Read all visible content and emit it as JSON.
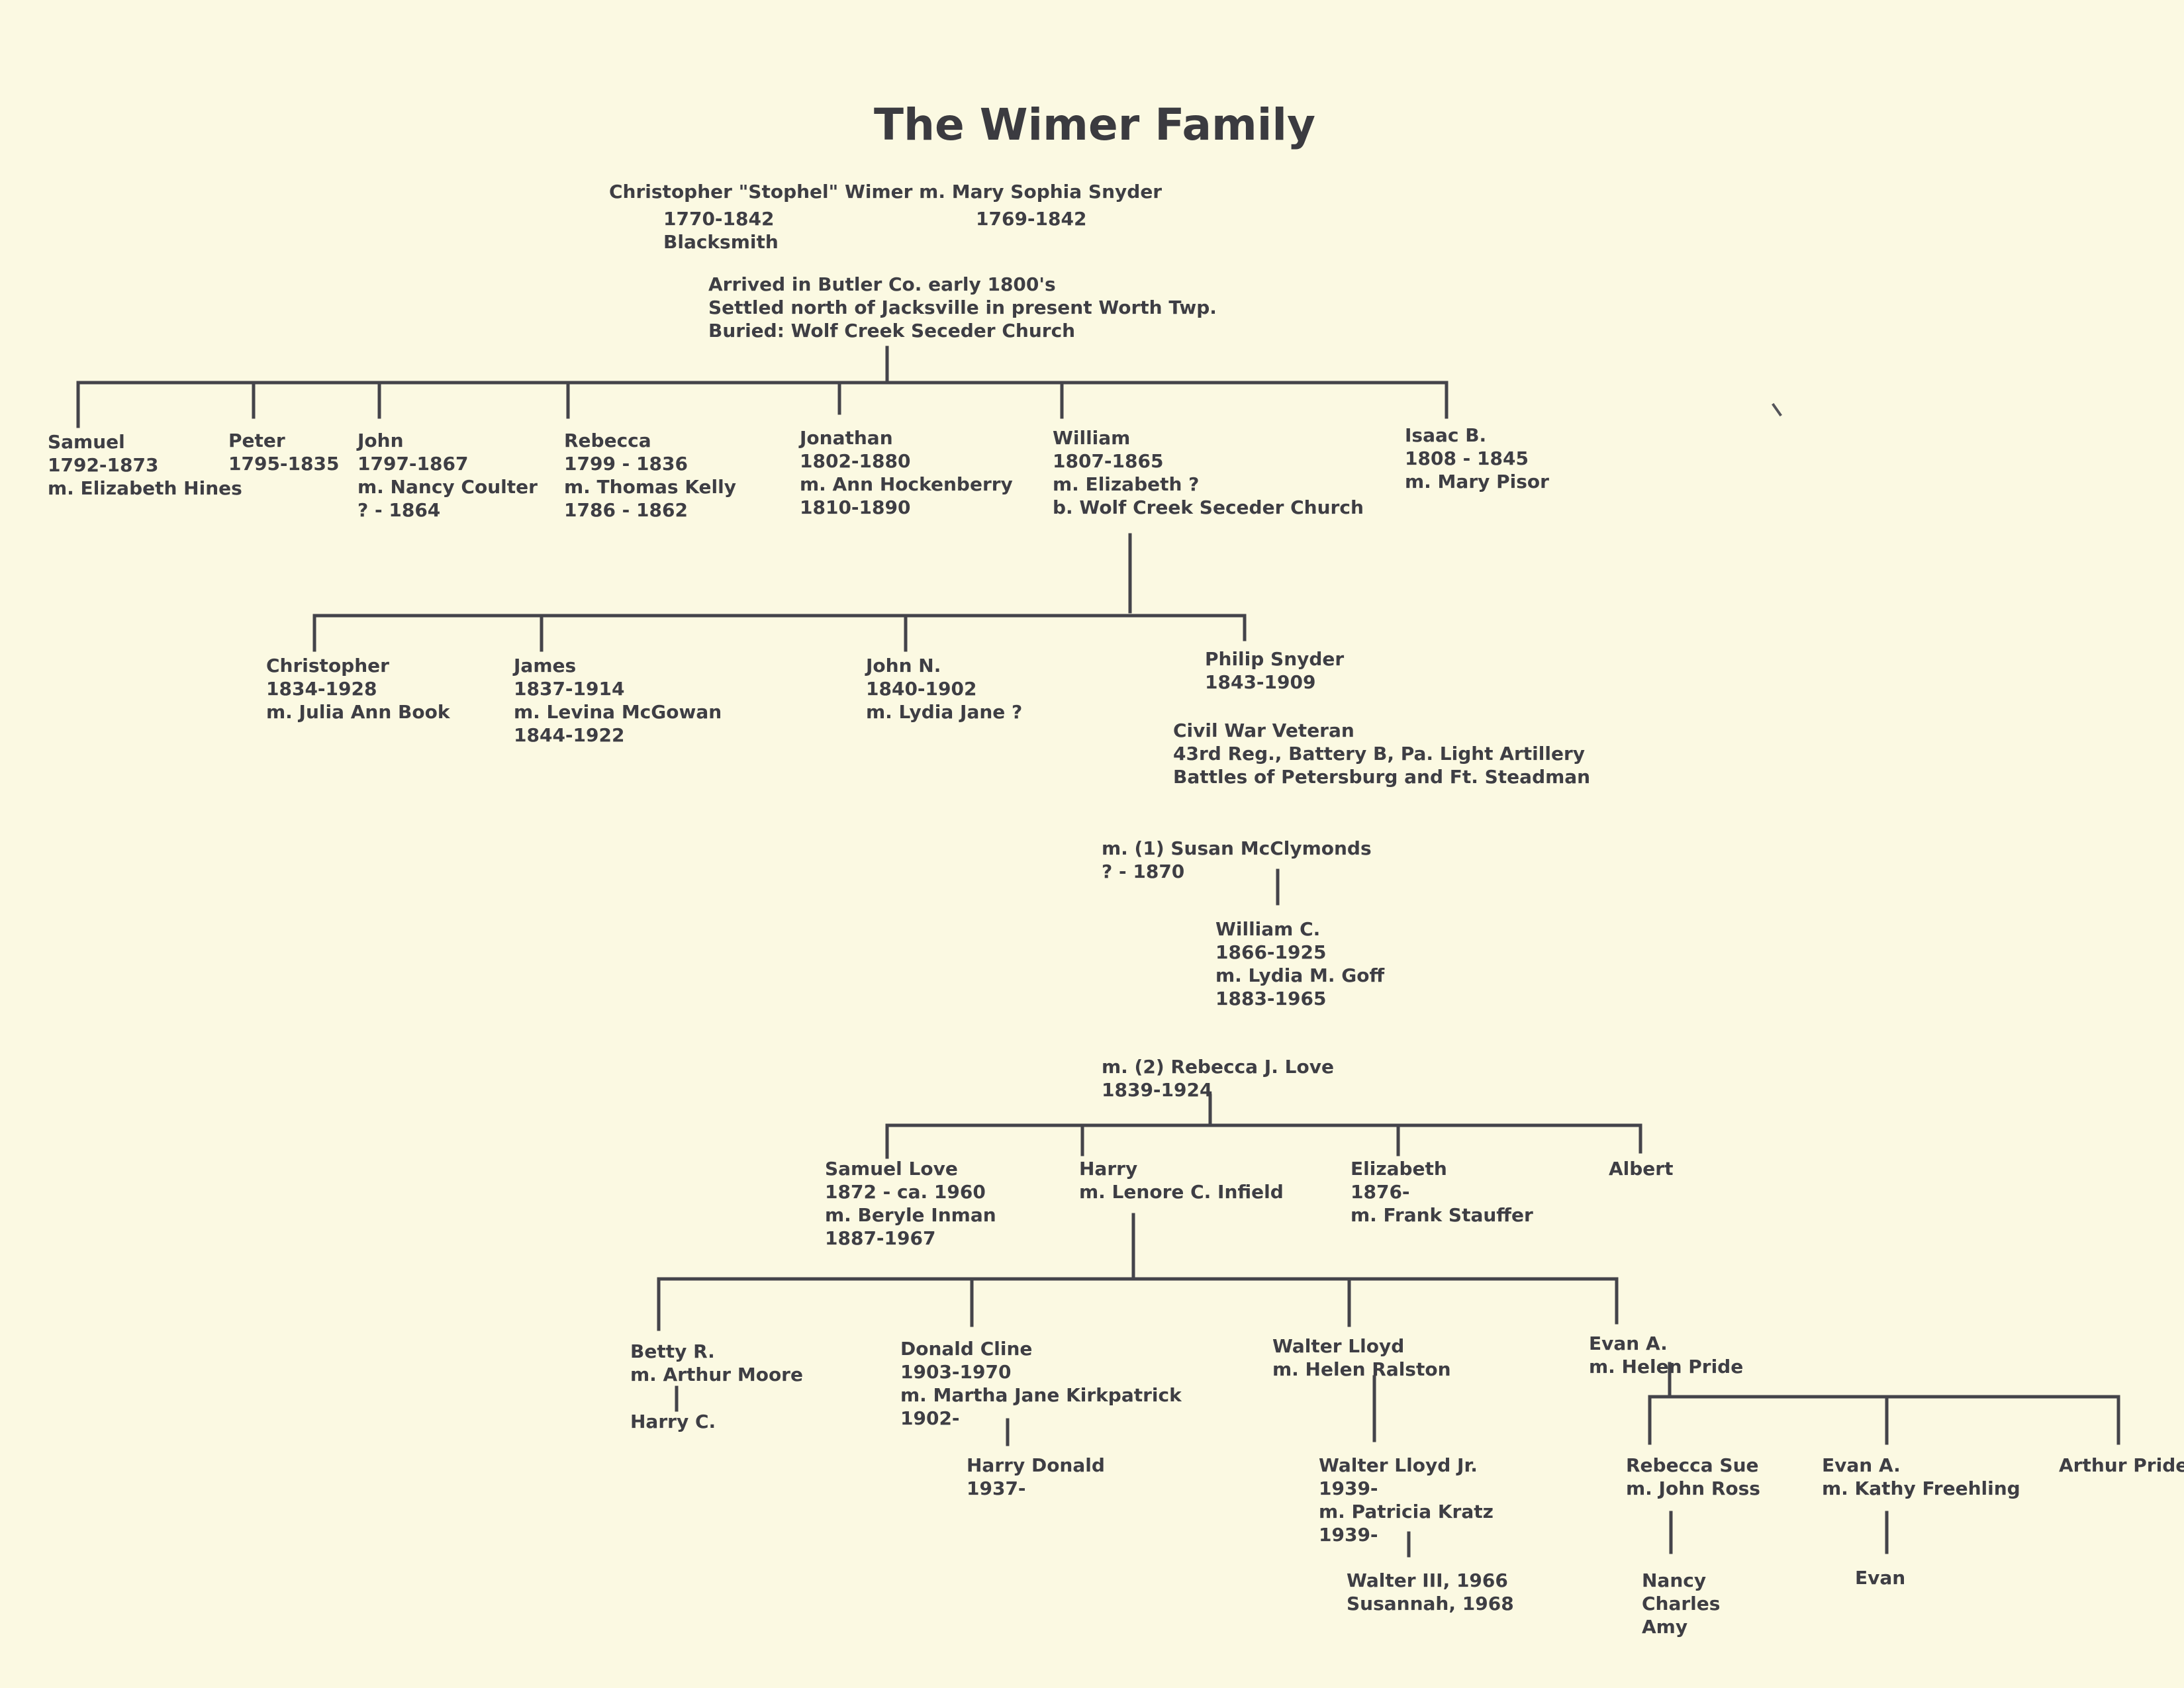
{
  "title": "The Wimer Family",
  "ink_color": "#3a3a3e",
  "paper_color": "#fbf9e2",
  "nodes": {
    "christopher_sr": {
      "line1": "Christopher \"Stophel\" Wimer m. Mary Sophia Snyder",
      "dates_him": "1770-1842",
      "occupation": "Blacksmith",
      "dates_her": "1769-1842",
      "note1": "Arrived in Butler Co. early 1800's",
      "note2": "Settled north of Jacksville in present Worth Twp.",
      "note3": "Buried:  Wolf Creek Seceder Church"
    },
    "samuel": {
      "lines": [
        "Samuel",
        "1792-1873",
        "m. Elizabeth Hines"
      ]
    },
    "peter": {
      "lines": [
        "Peter",
        "1795-1835"
      ]
    },
    "john": {
      "lines": [
        "John",
        "1797-1867",
        "m. Nancy Coulter",
        "? - 1864"
      ]
    },
    "rebecca": {
      "lines": [
        "Rebecca",
        "1799 - 1836",
        "m. Thomas Kelly",
        "1786 - 1862"
      ]
    },
    "jonathan": {
      "lines": [
        "Jonathan",
        "1802-1880",
        "m. Ann Hockenberry",
        "1810-1890"
      ]
    },
    "william": {
      "lines": [
        "William",
        "1807-1865",
        "m. Elizabeth  ?",
        "b. Wolf Creek Seceder Church"
      ]
    },
    "isaac": {
      "lines": [
        "Isaac B.",
        "1808 - 1845",
        "m. Mary  Pisor"
      ]
    },
    "christopher_jr": {
      "lines": [
        "Christopher",
        "1834-1928",
        "m. Julia Ann Book"
      ]
    },
    "james": {
      "lines": [
        "James",
        "1837-1914",
        "m. Levina McGowan",
        "1844-1922"
      ]
    },
    "john_n": {
      "lines": [
        "John N.",
        "1840-1902",
        "m. Lydia Jane  ?"
      ]
    },
    "philip": {
      "lines": [
        "Philip Snyder",
        "1843-1909"
      ]
    },
    "philip_note": {
      "lines": [
        "Civil War Veteran",
        "43rd Reg., Battery B, Pa. Light Artillery",
        "Battles of Petersburg and Ft. Steadman"
      ]
    },
    "susan": {
      "lines": [
        "m. (1) Susan McClymonds",
        "? - 1870"
      ]
    },
    "william_c": {
      "lines": [
        "William C.",
        "1866-1925",
        "m. Lydia M. Goff",
        "1883-1965"
      ]
    },
    "rebecca_love": {
      "lines": [
        "m. (2) Rebecca J. Love",
        "1839-1924"
      ]
    },
    "samuel_love": {
      "lines": [
        "Samuel Love",
        "1872 - ca. 1960",
        "m. Beryle Inman",
        "1887-1967"
      ]
    },
    "harry": {
      "lines": [
        "Harry",
        "m. Lenore C. Infield"
      ]
    },
    "elizabeth": {
      "lines": [
        "Elizabeth",
        "1876-",
        "m. Frank Stauffer"
      ]
    },
    "albert": {
      "lines": [
        "Albert"
      ]
    },
    "betty": {
      "lines": [
        "Betty R.",
        "m. Arthur Moore"
      ]
    },
    "harry_c": {
      "lines": [
        "Harry C."
      ]
    },
    "donald": {
      "lines": [
        "Donald Cline",
        "1903-1970",
        "m. Martha Jane Kirkpatrick",
        "1902-"
      ]
    },
    "harry_donald": {
      "lines": [
        "Harry Donald",
        "1937-"
      ]
    },
    "walter": {
      "lines": [
        "Walter Lloyd",
        "m. Helen Ralston"
      ]
    },
    "walter_jr": {
      "lines": [
        "Walter Lloyd Jr.",
        "1939-",
        "m. Patricia Kratz",
        "1939-"
      ]
    },
    "walter_iii": {
      "lines": [
        "Walter III, 1966",
        "Susannah, 1968"
      ]
    },
    "evan": {
      "lines": [
        "Evan A.",
        "m. Helen Pride"
      ]
    },
    "rebecca_sue": {
      "lines": [
        "Rebecca Sue",
        "m. John Ross"
      ]
    },
    "ross_children": {
      "lines": [
        "Nancy",
        "Charles",
        "Amy"
      ]
    },
    "evan_a": {
      "lines": [
        "Evan A.",
        "m. Kathy Freehling"
      ]
    },
    "evan_child": {
      "lines": [
        "Evan"
      ]
    },
    "arthur": {
      "lines": [
        "Arthur Pride"
      ]
    }
  }
}
